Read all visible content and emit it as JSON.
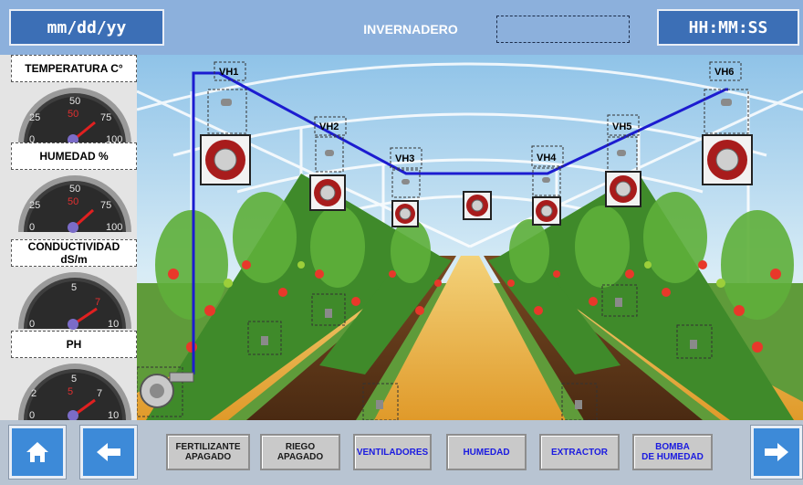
{
  "header": {
    "date": "mm/dd/yy",
    "title": "INVERNADERO",
    "time": "HH:MM:SS"
  },
  "gauges": [
    {
      "label_line1": "TEMPERATURA C°",
      "label_line2": "",
      "ticks": [
        "0",
        "25",
        "50",
        "75",
        "100"
      ],
      "red_tick": "50"
    },
    {
      "label_line1": "HUMEDAD %",
      "label_line2": "",
      "ticks": [
        "0",
        "25",
        "50",
        "75",
        "100"
      ],
      "red_tick": "50"
    },
    {
      "label_line1": "CONDUCTIVIDAD",
      "label_line2": "dS/m",
      "ticks": [
        "0",
        "5",
        "7",
        "10"
      ],
      "red_tick": "7"
    },
    {
      "label_line1": "PH",
      "label_line2": "",
      "ticks": [
        "0",
        "2",
        "5",
        "7",
        "10"
      ],
      "red_tick": "5"
    }
  ],
  "fans": {
    "labels": [
      "VH1",
      "VH2",
      "VH3",
      "VH4",
      "VH5",
      "VH6"
    ]
  },
  "controls": {
    "fertilizante_line1": "FERTILIZANTE",
    "fertilizante_line2": "APAGADO",
    "riego_line1": "RIEGO",
    "riego_line2": "APAGADO",
    "ventiladores": "VENTILADORES",
    "humedad": "HUMEDAD",
    "extractor": "EXTRACTOR",
    "bomba_line1": "BOMBA",
    "bomba_line2": "DE HUMEDAD"
  },
  "icons": {
    "home": "home-icon",
    "back": "arrow-left-icon",
    "next": "arrow-right-icon"
  },
  "colors": {
    "header_bg": "#8cb0dc",
    "box_bg": "#3c6fb6",
    "nav_button": "#3d8ad8",
    "pipe": "#1c1cd0",
    "active_label": "#1b1be0"
  }
}
